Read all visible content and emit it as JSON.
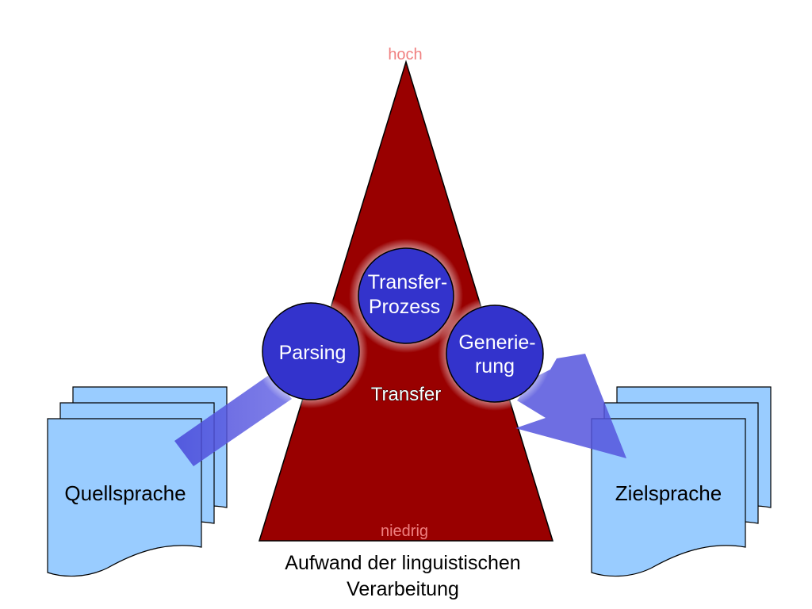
{
  "pyramid": {
    "top_label": "hoch",
    "bottom_label": "niedrig",
    "center_label": "Transfer",
    "caption_line1": "Aufwand der linguistischen",
    "caption_line2": "Verarbeitung"
  },
  "stages": {
    "parsing": "Parsing",
    "transfer_line1": "Transfer-",
    "transfer_line2": "Prozess",
    "generation_line1": "Generie-",
    "generation_line2": "rung"
  },
  "documents": {
    "source": "Quellsprache",
    "target": "Zielsprache"
  },
  "colors": {
    "pyramid": "#990000",
    "label_pink": "#f08080",
    "circle": "#3333cc",
    "arrow": "#5555dd",
    "document": "#99ccff"
  }
}
